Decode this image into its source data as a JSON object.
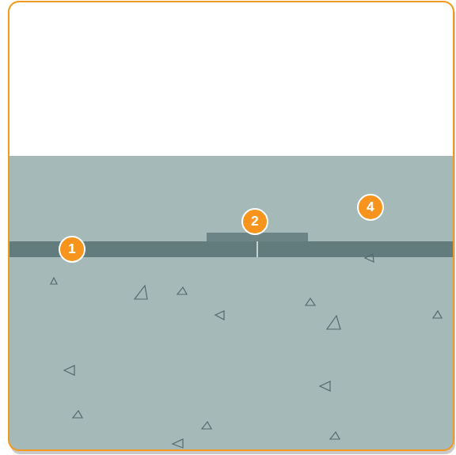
{
  "diagram": {
    "labels": [
      "1",
      "2",
      "4"
    ]
  }
}
